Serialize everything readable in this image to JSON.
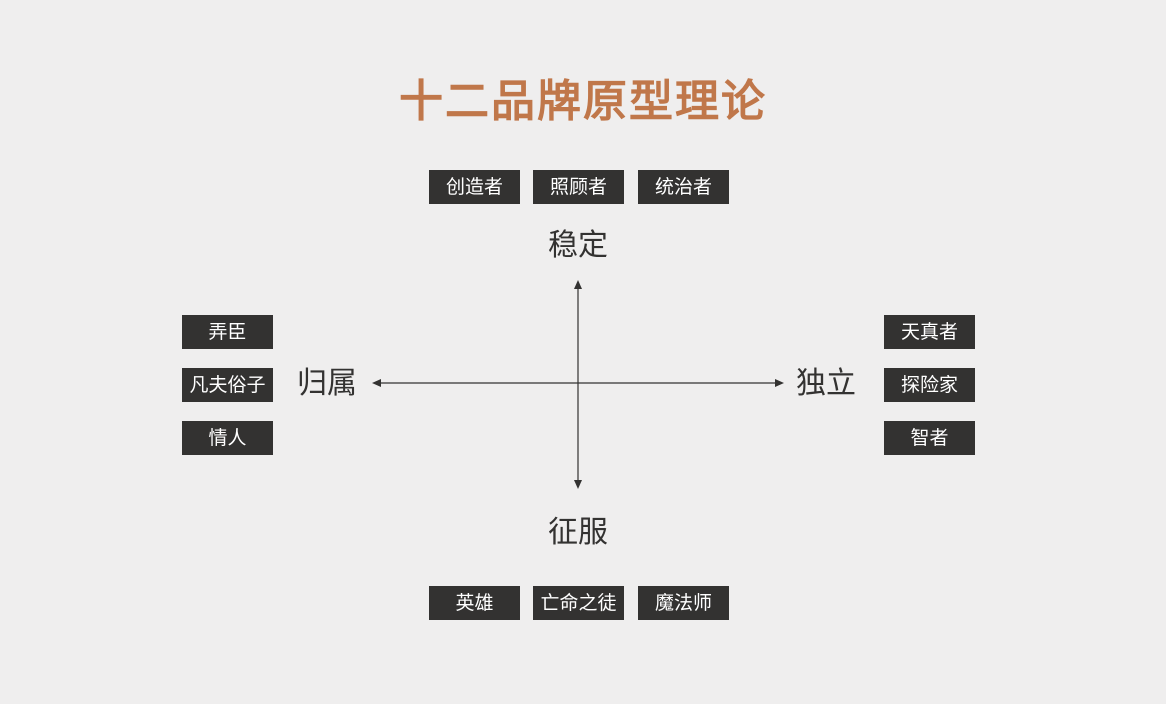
{
  "title": "十二品牌原型理论",
  "colors": {
    "background": "#efeeee",
    "title": "#c0774a",
    "tag_background": "#333231",
    "tag_text": "#ffffff",
    "axis": "#333231"
  },
  "axes": {
    "top": "稳定",
    "bottom": "征服",
    "left": "归属",
    "right": "独立"
  },
  "groups": {
    "top": [
      "创造者",
      "照顾者",
      "统治者"
    ],
    "bottom": [
      "英雄",
      "亡命之徒",
      "魔法师"
    ],
    "left": [
      "弄臣",
      "凡夫俗子",
      "情人"
    ],
    "right": [
      "天真者",
      "探险家",
      "智者"
    ]
  }
}
